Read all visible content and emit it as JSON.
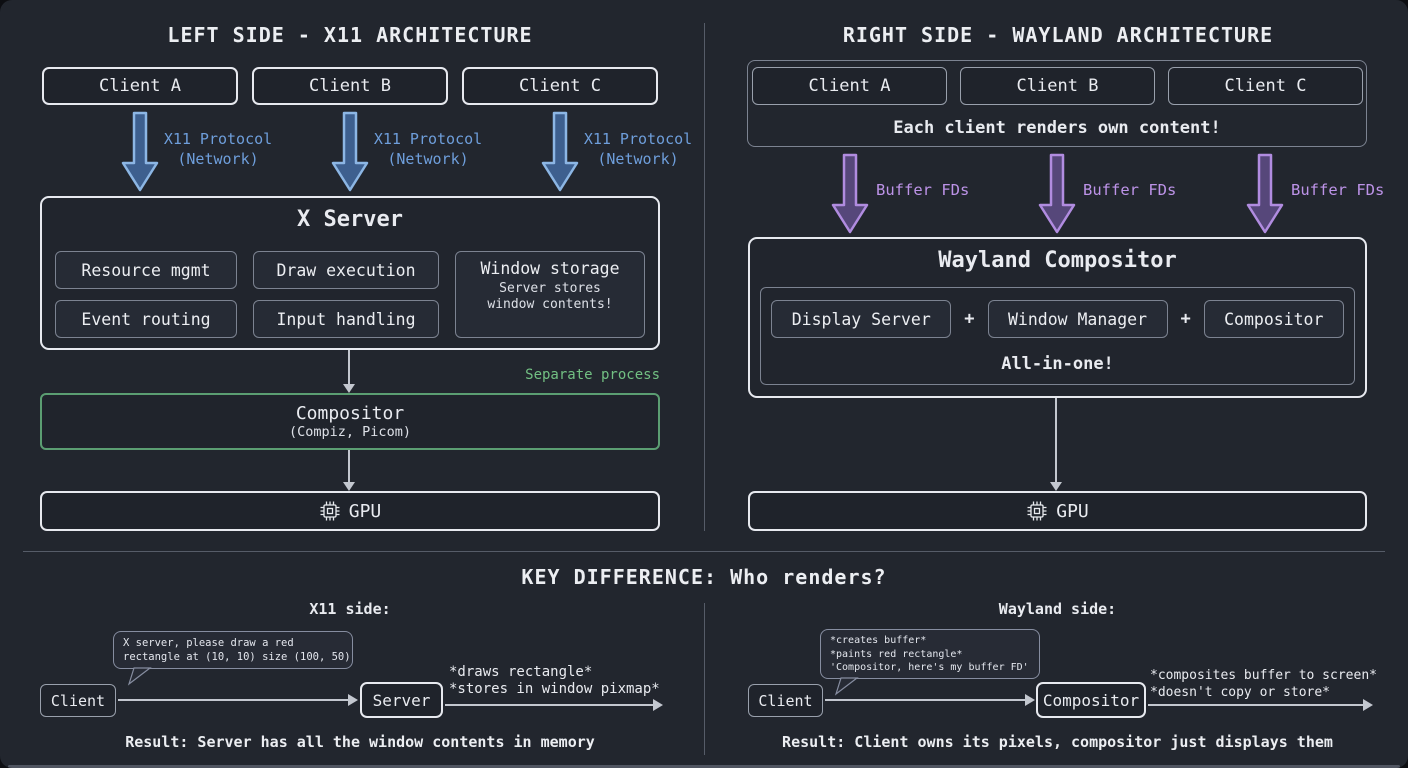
{
  "colors": {
    "background": "#22262e",
    "box_border_white": "#e7e9ef",
    "box_border_gray": "#7c8391",
    "green_accent": "#5b9e72",
    "blue_label": "#6e9edb",
    "blue_arrow_fill": "#3d5f8e",
    "purple_label": "#bd93e8",
    "purple_arrow_fill": "#56477a"
  },
  "left": {
    "title": "LEFT SIDE - X11 ARCHITECTURE",
    "clients": [
      "Client A",
      "Client B",
      "Client C"
    ],
    "arrow_label_line1": "X11 Protocol",
    "arrow_label_line2": "(Network)",
    "x_server": {
      "title": "X Server",
      "cell_resource": "Resource mgmt",
      "cell_draw": "Draw execution",
      "cell_event": "Event routing",
      "cell_input": "Input handling",
      "window_storage_title": "Window storage",
      "window_storage_note1": "Server stores",
      "window_storage_note2": "window contents!"
    },
    "separate_process": "Separate process",
    "compositor_title": "Compositor",
    "compositor_subtitle": "(Compiz, Picom)",
    "gpu_label": "GPU"
  },
  "right": {
    "title": "RIGHT SIDE - WAYLAND ARCHITECTURE",
    "clients": [
      "Client A",
      "Client B",
      "Client C"
    ],
    "clients_note": "Each client renders own content!",
    "arrow_label": "Buffer FDs",
    "compositor": {
      "title": "Wayland Compositor",
      "components": [
        "Display Server",
        "Window Manager",
        "Compositor"
      ],
      "plus": "+",
      "note": "All-in-one!"
    },
    "gpu_label": "GPU"
  },
  "bottom": {
    "title": "KEY DIFFERENCE: Who renders?",
    "x11": {
      "heading": "X11 side:",
      "bubble_line1": "X server, please draw a red",
      "bubble_line2": "rectangle at (10, 10) size (100, 50)",
      "client_label": "Client",
      "server_label": "Server",
      "annotation1": "*draws rectangle*",
      "annotation2": "*stores in window pixmap*",
      "result": "Result: Server has all the window contents in memory"
    },
    "wayland": {
      "heading": "Wayland side:",
      "bubble_line1": "*creates buffer*",
      "bubble_line2": "*paints red rectangle*",
      "bubble_line3": "'Compositor, here's my buffer FD'",
      "client_label": "Client",
      "compositor_label": "Compositor",
      "annotation1": "*composites buffer to screen*",
      "annotation2": "*doesn't copy or store*",
      "result": "Result: Client owns its pixels, compositor just displays them"
    }
  }
}
